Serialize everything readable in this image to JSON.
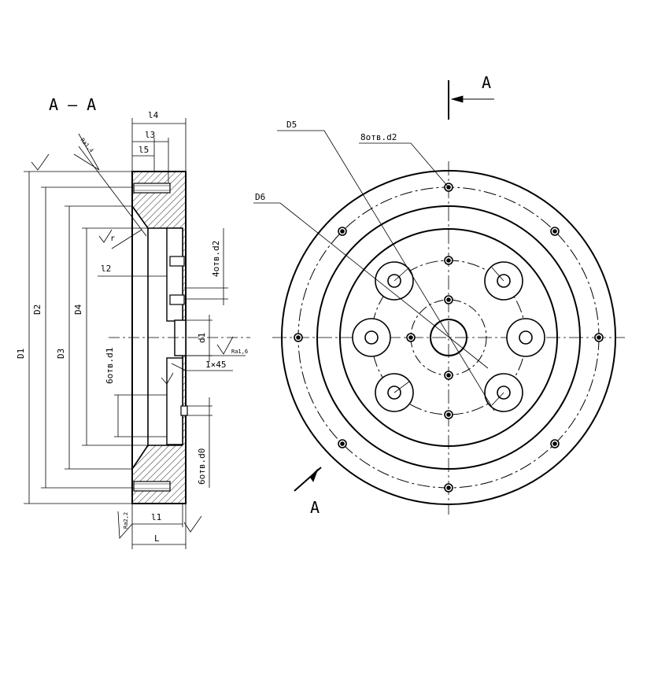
{
  "section_title": "А – А",
  "view_marker": "А",
  "labels": {
    "D1": "D1",
    "D2": "D2",
    "D3": "D3",
    "D4": "D4",
    "D5": "D5",
    "D6": "D6",
    "L": "L",
    "l1": "l1",
    "l2": "l2",
    "l3": "l3",
    "l4": "l4",
    "l5": "l5",
    "d1": "d1",
    "holes_d1": "6отв.d1",
    "holes_d0": "6отв.d0",
    "holes_d2_side": "4отв.d2",
    "holes_d2_front": "8отв.d2",
    "chamfer": "1×45",
    "ra14_top": "Ra1,4",
    "ra14_mid": "Ra1,6",
    "ra22": "Ra2,2",
    "r": "r"
  }
}
